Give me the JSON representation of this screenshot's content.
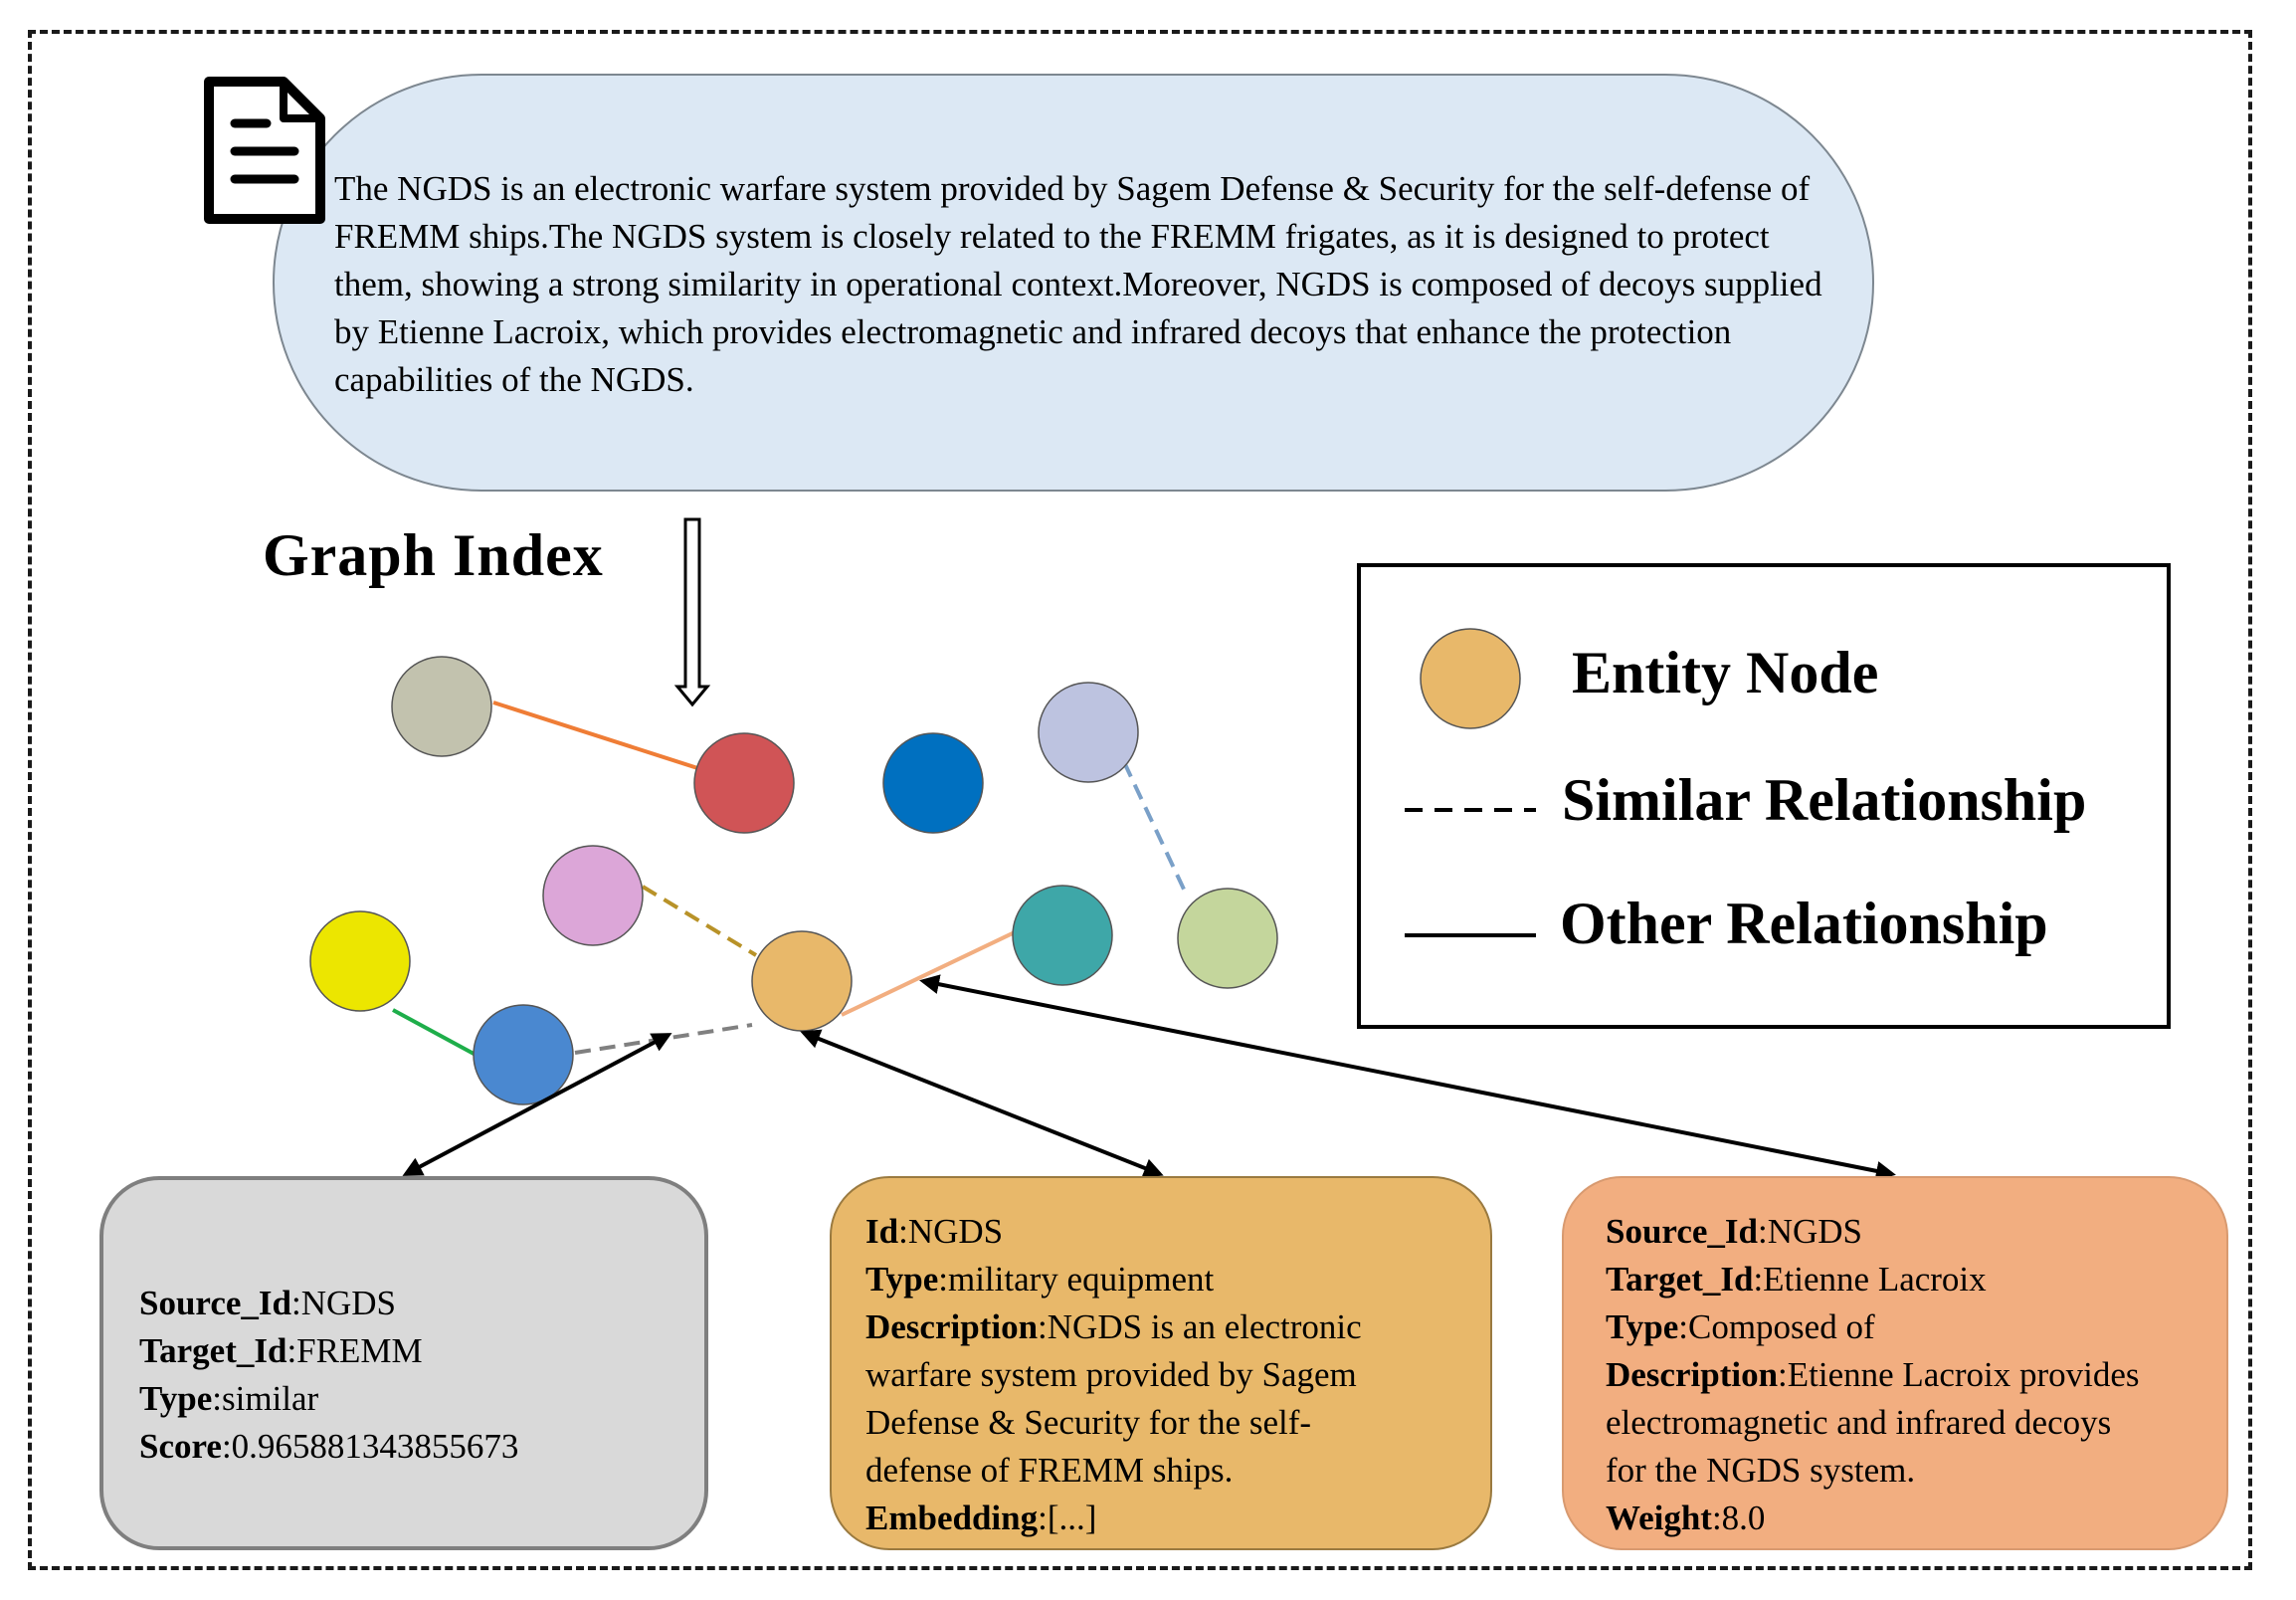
{
  "document": {
    "text": "The NGDS is an electronic warfare system provided by Sagem Defense & Security for the self-defense of FREMM ships.The NGDS system is closely related to the FREMM frigates, as it is designed to protect them, showing a strong similarity in operational context.Moreover, NGDS is composed of decoys supplied by Etienne Lacroix, which provides electromagnetic and infrared decoys that enhance the protection capabilities of the NGDS."
  },
  "heading": "Graph Index",
  "legend": {
    "entity": "Entity Node",
    "similar": "Similar Relationship",
    "other": "Other Relationship"
  },
  "colors": {
    "doc_box": "#dce8f4",
    "entity_node": "#e8b86a",
    "similar_card": "#d9d9d9",
    "entity_card": "#e8b86a",
    "other_card": "#f2ae80",
    "nodes": [
      "#c2c2ae",
      "#d05456",
      "#0070c0",
      "#bdc3e0",
      "#dca6d8",
      "#e8b86a",
      "#3ea7a8",
      "#c4d69c",
      "#ece600",
      "#4a88d0"
    ],
    "edges": [
      "#ef7d36",
      "#7aa0c8",
      "#b89228",
      "#f2ae80",
      "#1eae4a",
      "#808080"
    ]
  },
  "icons": {
    "document": "document-icon",
    "arrow": "down-arrow-icon"
  },
  "cards": {
    "similar": {
      "source_key": "Source_Id",
      "source_val": ":NGDS",
      "target_key": "Target_Id",
      "target_val": ":FREMM",
      "type_key": "Type",
      "type_val": ":similar",
      "score_key": "Score",
      "score_val": ":0.965881343855673"
    },
    "entity": {
      "id_key": "Id",
      "id_val": ":NGDS",
      "type_key": "Type",
      "type_val": ":military equipment",
      "desc_key": "Description",
      "desc_val1": ":NGDS is an electronic",
      "desc_val2": "warfare system provided by Sagem",
      "desc_val3": "Defense & Security for the self-",
      "desc_val4": "defense of FREMM ships.",
      "emb_key": "Embedding",
      "emb_val": ":[...]"
    },
    "other": {
      "source_key": "Source_Id",
      "source_val": ":NGDS",
      "target_key": "Target_Id",
      "target_val": ":Etienne Lacroix",
      "type_key": "Type",
      "type_val": ":Composed of",
      "desc_key": "Description",
      "desc_val1": ":Etienne Lacroix provides",
      "desc_val2": "electromagnetic and infrared decoys",
      "desc_val3": "for the NGDS system.",
      "weight_key": "Weight",
      "weight_val": ":8.0"
    }
  }
}
